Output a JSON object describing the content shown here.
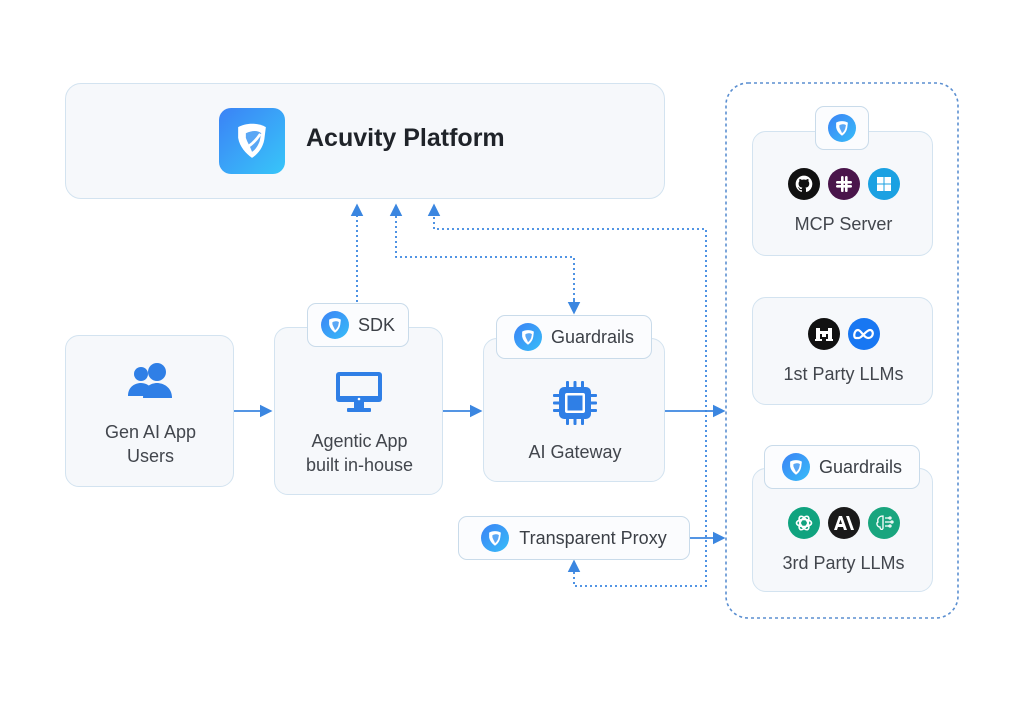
{
  "platform": {
    "title": "Acuvity Platform"
  },
  "nodes": {
    "users": {
      "label_line1": "Gen AI App",
      "label_line2": "Users",
      "icon": "users-icon"
    },
    "agentic_app": {
      "badge": "SDK",
      "label_line1": "Agentic App",
      "label_line2": "built in-house",
      "icon": "monitor-icon"
    },
    "ai_gateway": {
      "badge": "Guardrails",
      "label": "AI Gateway",
      "icon": "chip-icon"
    },
    "transparent_proxy": {
      "label": "Transparent Proxy"
    }
  },
  "external": {
    "mcp_server": {
      "label": "MCP Server",
      "logos": [
        "github-logo",
        "slack-logo",
        "windows-logo"
      ]
    },
    "first_party_llms": {
      "label": "1st Party LLMs",
      "logos": [
        "mistral-logo",
        "meta-logo"
      ]
    },
    "third_party_llms": {
      "badge": "Guardrails",
      "label": "3rd Party LLMs",
      "logos": [
        "openai-logo",
        "anthropic-logo",
        "ai-brain-logo"
      ]
    }
  },
  "colors": {
    "accent": "#2f7fe6",
    "line": "#3b86e0",
    "card_border": "#d3e3f0",
    "github": "#111111",
    "slack": "#4a154b",
    "windows": "#1ba1e2",
    "mistral": "#111111",
    "meta": "#1877f2",
    "openai": "#10a37f",
    "anthropic": "#1a1a1a",
    "brain": "#19a57e"
  }
}
